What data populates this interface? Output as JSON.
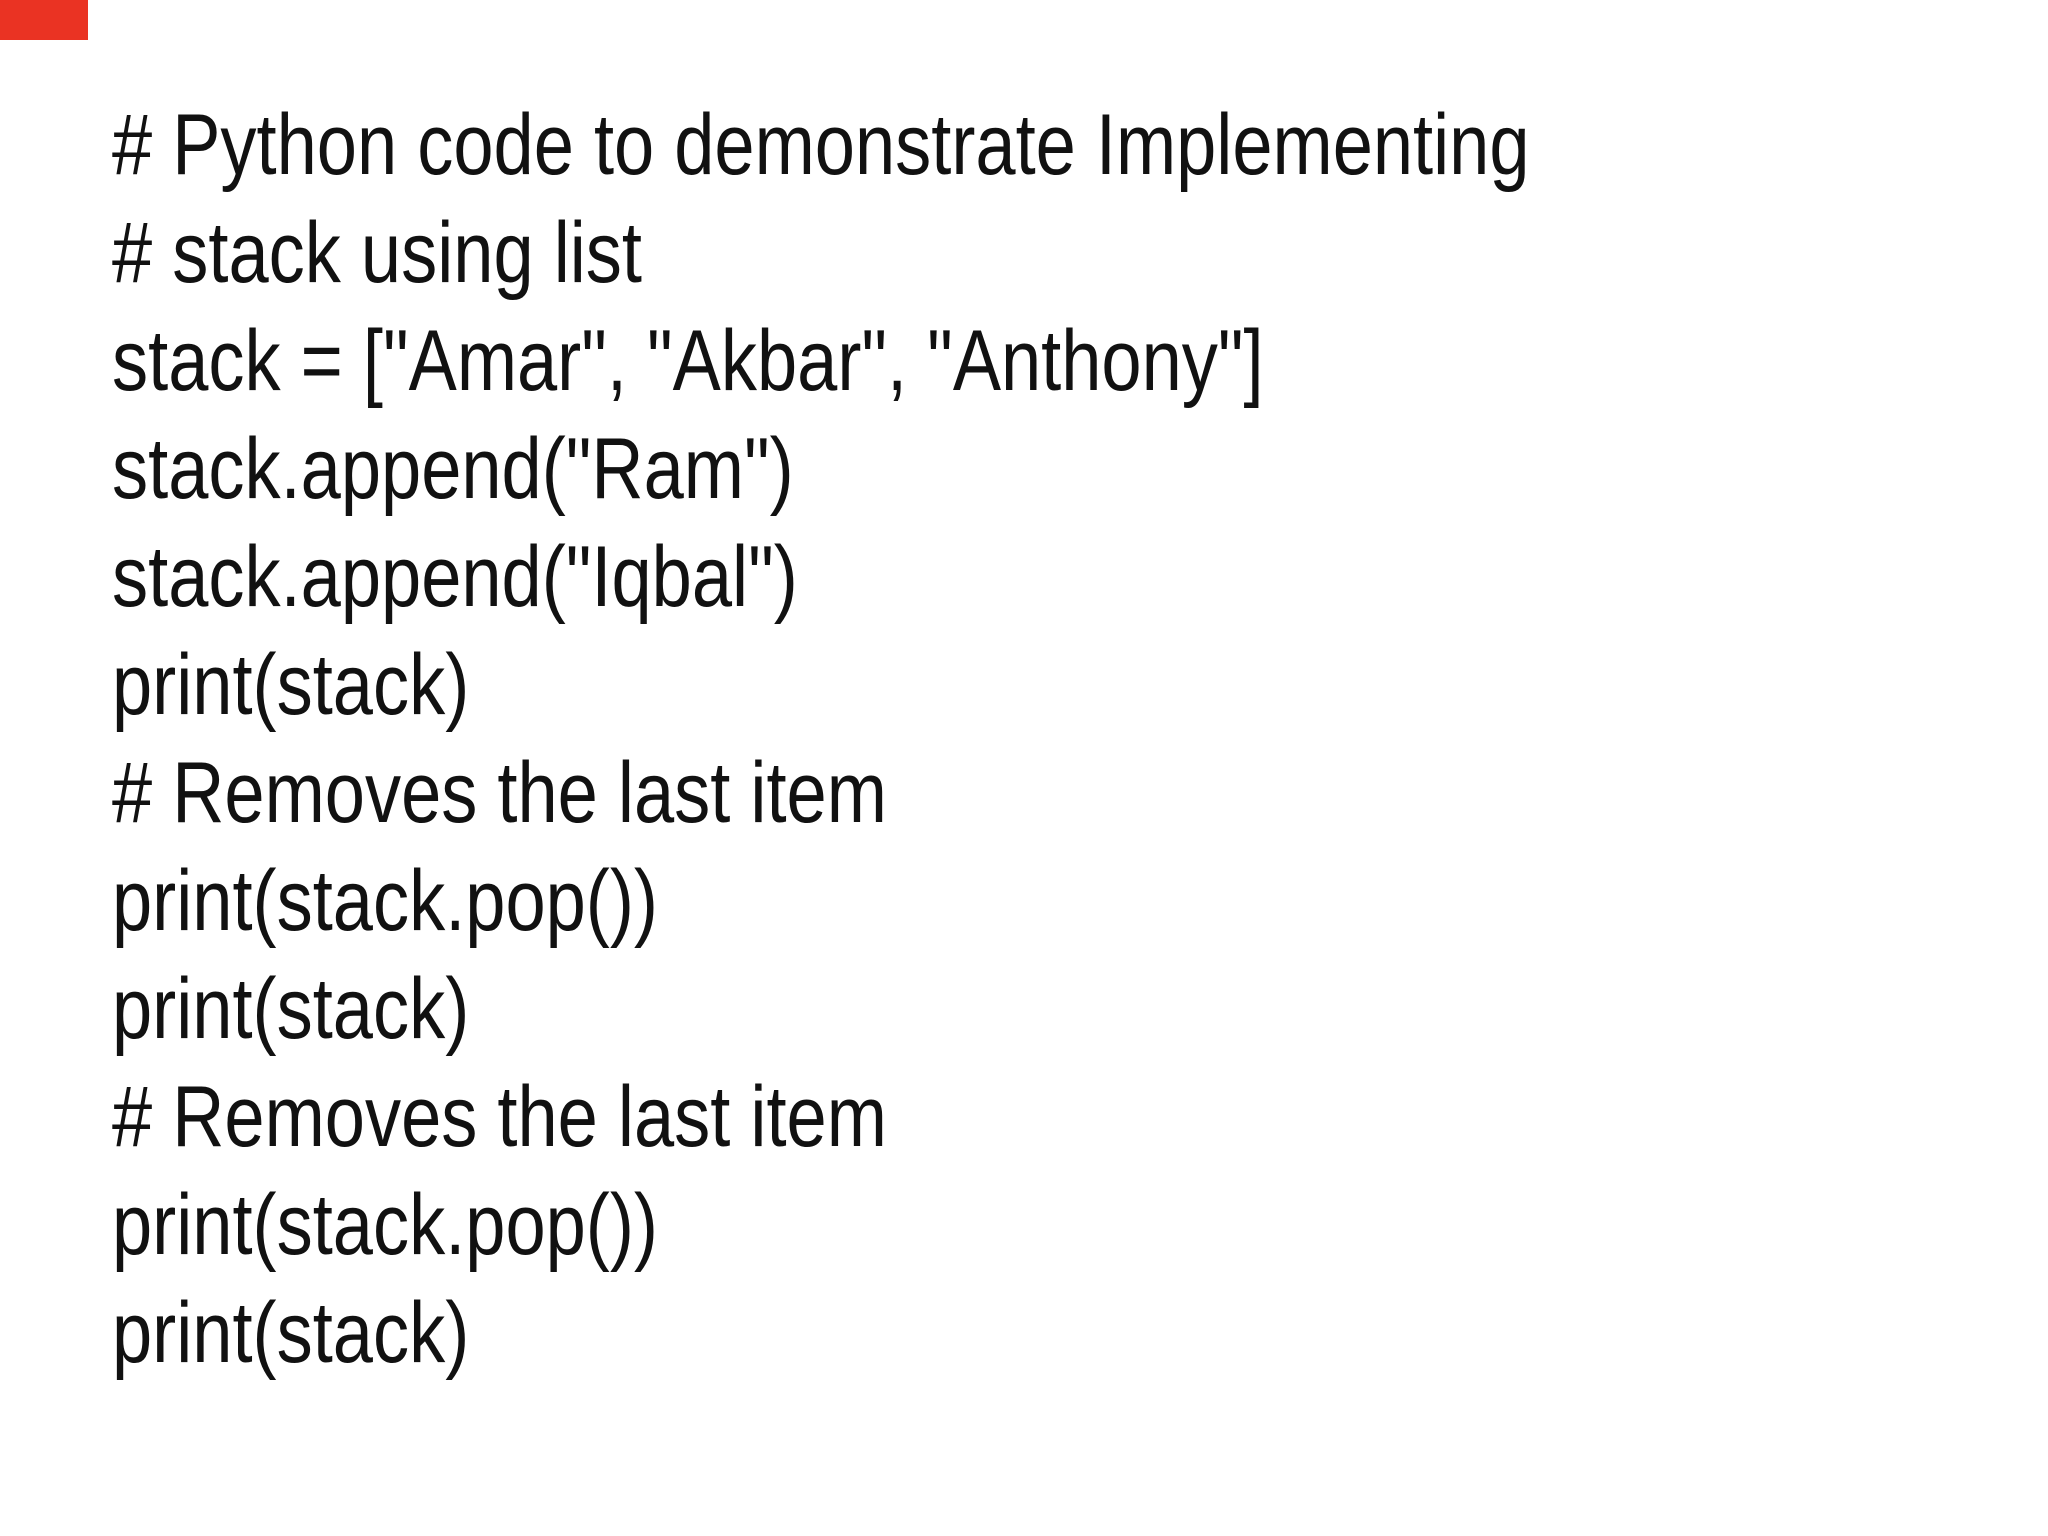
{
  "colors": {
    "background": "#ffffff",
    "text": "#111111",
    "marker": "#ea3323"
  },
  "marker": {
    "present": "true"
  },
  "code": {
    "lines": [
      "# Python code to demonstrate Implementing",
      "# stack using list",
      "stack = [\"Amar\", \"Akbar\", \"Anthony\"]",
      "stack.append(\"Ram\")",
      "stack.append(\"Iqbal\")",
      "print(stack)",
      "# Removes the last item",
      "print(stack.pop())",
      "print(stack)",
      "# Removes the last item",
      "print(stack.pop())",
      "print(stack)"
    ]
  }
}
